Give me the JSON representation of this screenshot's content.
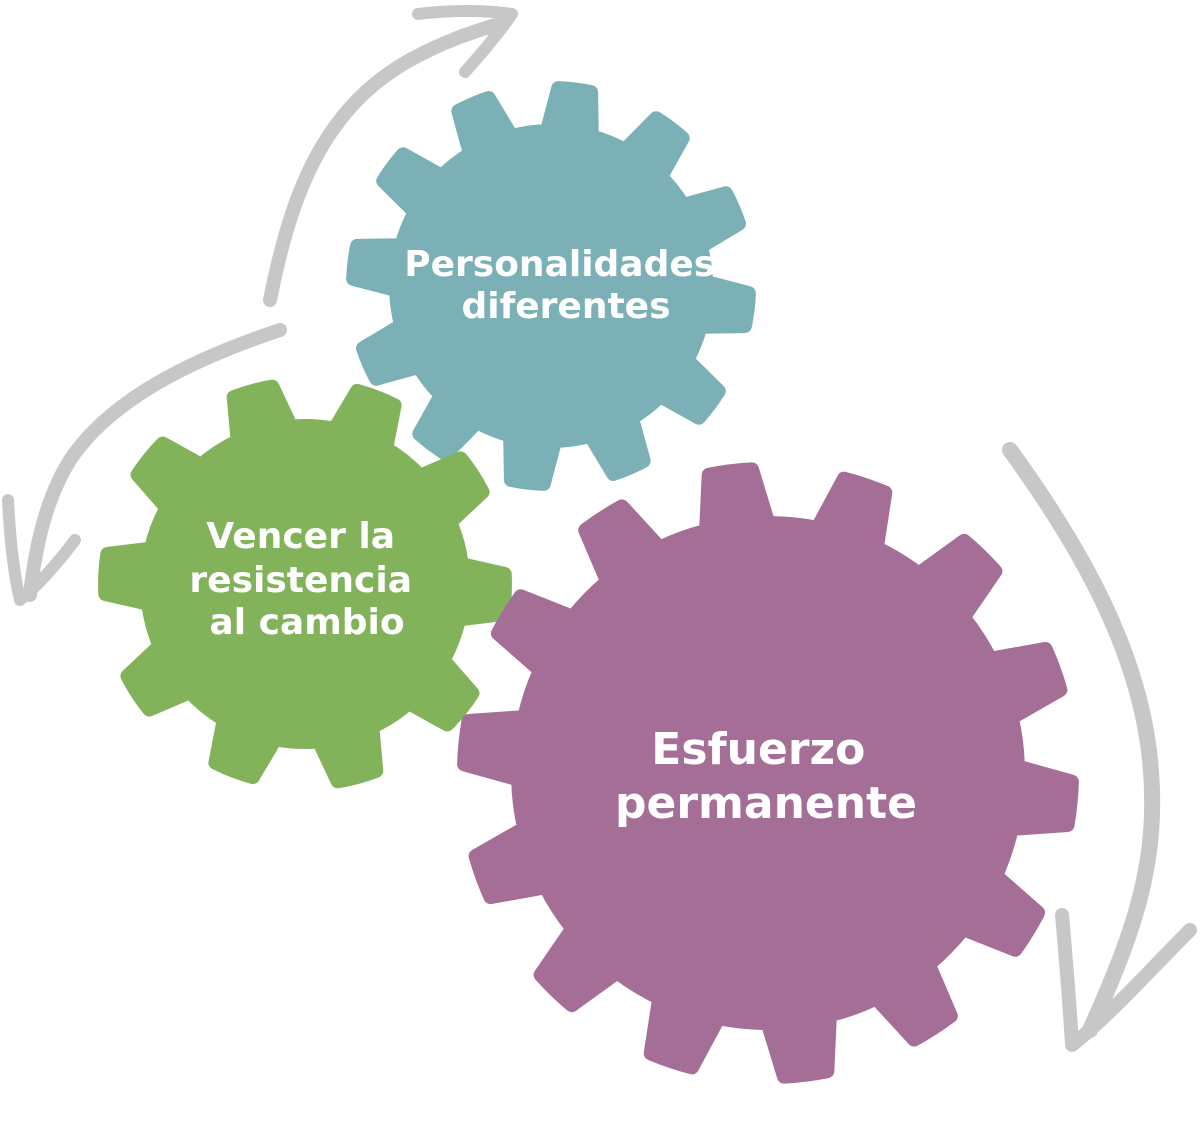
{
  "colors": {
    "background": "#ffffff",
    "arrow": "#c6c7c6",
    "text": "#ffffff"
  },
  "gears": [
    {
      "id": "personalidades",
      "color": "#7ab0b6",
      "teeth": 12,
      "label_lines": [
        "Personalidades",
        "diferentes"
      ]
    },
    {
      "id": "vencer",
      "color": "#82b35a",
      "teeth": 10,
      "label_lines": [
        "Vencer la",
        "resistencia",
        "al cambio"
      ]
    },
    {
      "id": "esfuerzo",
      "color": "#a56e96",
      "teeth": 14,
      "label_lines": [
        "Esfuerzo",
        "permanente"
      ]
    }
  ],
  "arrows": [
    {
      "id": "top-left",
      "direction": "up-right"
    },
    {
      "id": "left",
      "direction": "down-left"
    },
    {
      "id": "right",
      "direction": "down"
    }
  ]
}
